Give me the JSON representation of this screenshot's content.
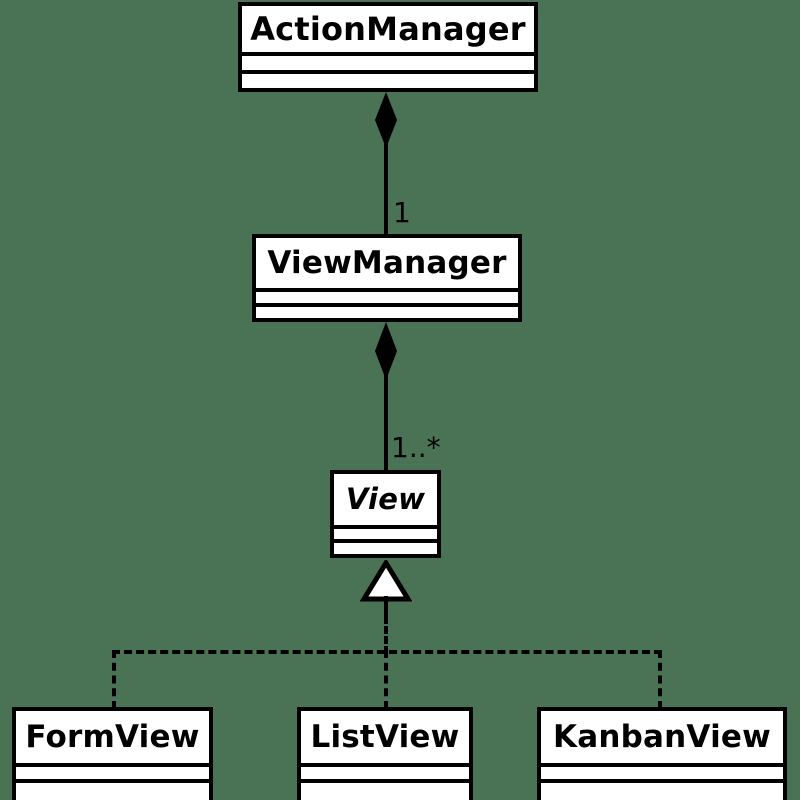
{
  "diagram": {
    "type": "uml-class-diagram",
    "background_color": "#4a7254",
    "line_color": "#000000",
    "box_fill_color": "#ffffff",
    "classes": [
      {
        "id": "action-manager",
        "name": "ActionManager",
        "abstract": false,
        "attributes": [],
        "operations": []
      },
      {
        "id": "view-manager",
        "name": "ViewManager",
        "abstract": false,
        "attributes": [],
        "operations": []
      },
      {
        "id": "view",
        "name": "View",
        "abstract": true,
        "attributes": [],
        "operations": []
      },
      {
        "id": "form-view",
        "name": "FormView",
        "abstract": false,
        "attributes": [],
        "operations": []
      },
      {
        "id": "list-view",
        "name": "ListView",
        "abstract": false,
        "attributes": [],
        "operations": []
      },
      {
        "id": "kanban-view",
        "name": "KanbanView",
        "abstract": false,
        "attributes": [],
        "operations": []
      }
    ],
    "relationships": [
      {
        "id": "rel-actionmanager-viewmanager",
        "kind": "composition",
        "from": "ActionManager",
        "to": "ViewManager",
        "multiplicity": "1"
      },
      {
        "id": "rel-viewmanager-view",
        "kind": "composition",
        "from": "ViewManager",
        "to": "View",
        "multiplicity": "1..*"
      },
      {
        "id": "rel-formview-view",
        "kind": "realization",
        "from": "FormView",
        "to": "View",
        "multiplicity": ""
      },
      {
        "id": "rel-listview-view",
        "kind": "realization",
        "from": "ListView",
        "to": "View",
        "multiplicity": ""
      },
      {
        "id": "rel-kanbanview-view",
        "kind": "realization",
        "from": "KanbanView",
        "to": "View",
        "multiplicity": ""
      }
    ],
    "multiplicity_labels": {
      "action_to_view_manager": "1",
      "view_manager_to_view": "1..*"
    }
  }
}
